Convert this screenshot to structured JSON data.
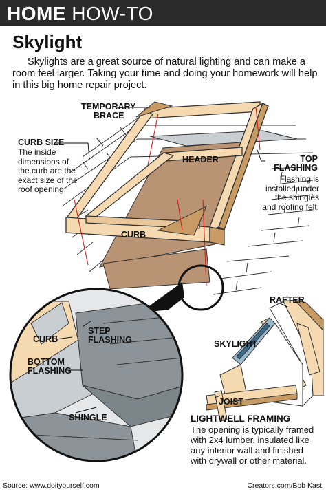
{
  "header": {
    "brand": "HOME",
    "section": "HOW-TO"
  },
  "title": "Skylight",
  "intro": "Skylights are a great source of natural lighting and can make a room feel larger. Taking your time and doing your homework will help in this big home repair project.",
  "labels": {
    "temporary_brace_1": "TEMPORARY",
    "temporary_brace_2": "BRACE",
    "curb_size": "CURB SIZE",
    "curb_size_desc": "The inside dimensions of the curb are the exact size of the roof opening.",
    "header": "HEADER",
    "top_flashing_1": "TOP",
    "top_flashing_2": "FLASHING",
    "top_flashing_desc": "Flashing is installed under the shingles and roofing felt.",
    "curb": "CURB",
    "curb_detail": "CURB",
    "step_flashing_1": "STEP",
    "step_flashing_2": "FLASHING",
    "bottom_flashing_1": "BOTTOM",
    "bottom_flashing_2": "FLASHING",
    "shingle": "SHINGLE",
    "rafter": "RAFTER",
    "skylight": "SKYLIGHT",
    "joist": "JOIST"
  },
  "lightwell": {
    "title": "LIGHTWELL FRAMING",
    "desc": "The opening is typically framed with 2x4 lumber, insulated like any interior wall and finished with drywall or other material."
  },
  "footer": {
    "source": "Source: www.doityourself.com",
    "credit": "Creators.com/Bob Kast"
  },
  "colors": {
    "wood": "#f5d9b0",
    "wood_dark": "#c89a64",
    "roof_opening": "#b99474",
    "flashing": "#c9ced3",
    "shingle": "#8c9499",
    "guide_line": "#d42020",
    "banner": "#2b2b2b"
  }
}
